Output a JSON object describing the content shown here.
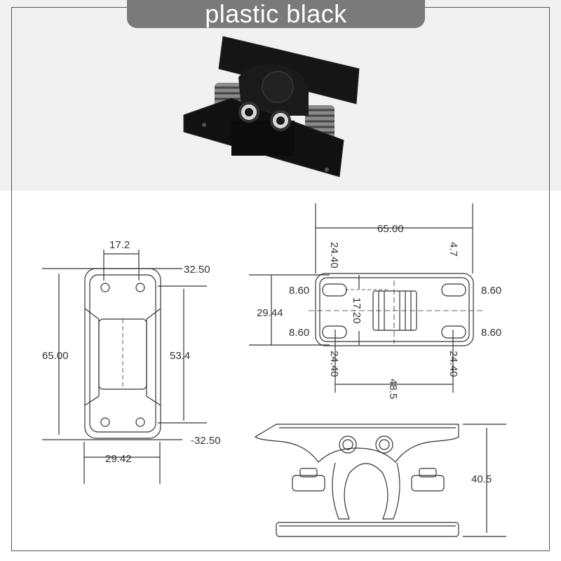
{
  "title": "plastic black",
  "front_view": {
    "dim_top_width": "17.2",
    "dim_top_right": "32.50",
    "dim_height": "65.00",
    "dim_inner": "53.4",
    "dim_bottom_right": "-32.50",
    "dim_bottom_width": "29.42"
  },
  "top_view": {
    "dim_width": "65.00",
    "dim_left_offset": "24.40",
    "dim_right_offset": "4.7",
    "dim_slot_tl": "8.60",
    "dim_slot_tr": "8.60",
    "dim_slot_bl": "8.60",
    "dim_slot_br": "8.60",
    "dim_depth": "29.44",
    "dim_center": "17.20",
    "dim_bottom_left": "24.40",
    "dim_bottom_right": "24.40",
    "dim_span": "48.5"
  },
  "side_view": {
    "dim_height": "40.5"
  }
}
